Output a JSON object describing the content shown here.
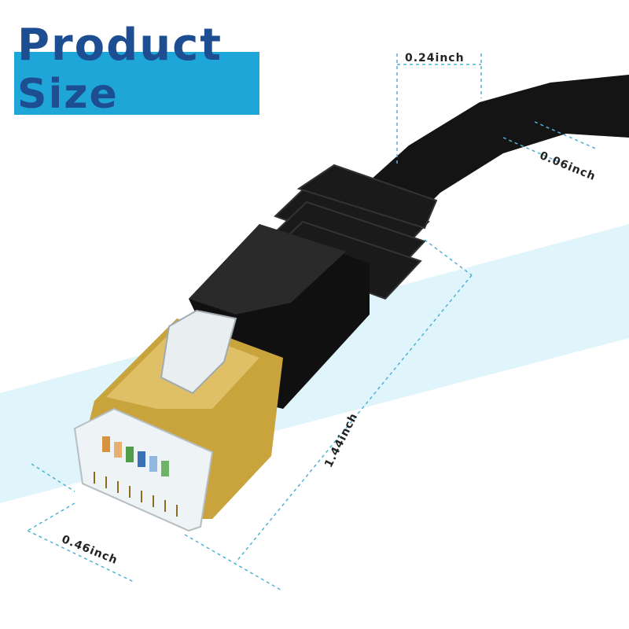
{
  "banner": {
    "line1": "Product",
    "line2": "Size"
  },
  "dimensions": {
    "cable_width": "0.24inch",
    "cable_thickness": "0.06inch",
    "plug_length": "1.44inch",
    "plug_width": "0.46inch"
  },
  "colors": {
    "banner_bar": "#1ea6d8",
    "title_text": "#1d4e91",
    "light_stripe": "#d6f1fb",
    "cable": "#111111",
    "gold_shield": "#c9a33c",
    "guide_lines": "#4fb3d3"
  }
}
